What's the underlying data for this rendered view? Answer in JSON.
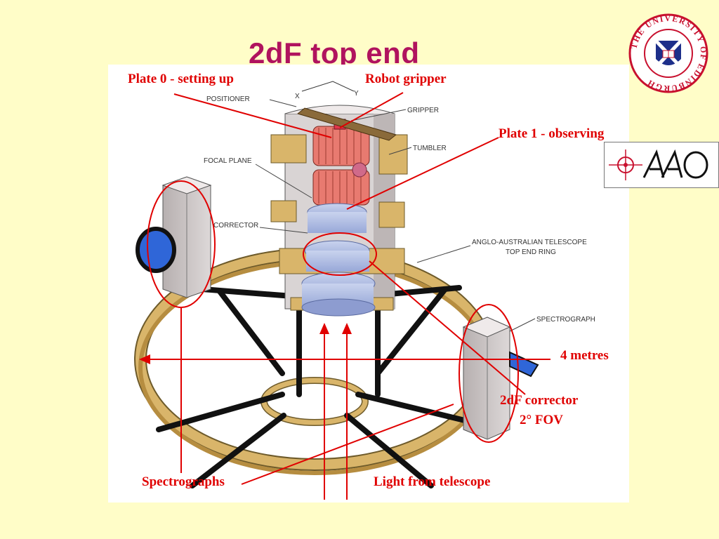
{
  "slide": {
    "title": "2dF top end"
  },
  "annotations": {
    "plate0": "Plate 0 - setting up",
    "robot_gripper": "Robot gripper",
    "plate1": "Plate 1 - observing",
    "four_metres": "4 metres",
    "corrector_line1": "2dF corrector",
    "corrector_line2": "2° FOV",
    "spectrographs": "Spectrographs",
    "light": "Light from telescope"
  },
  "tech_labels": {
    "positioner": "POSITIONER",
    "x_axis": "X",
    "y_axis": "Y",
    "gripper": "GRIPPER",
    "tumbler": "TUMBLER",
    "focal_plane": "FOCAL PLANE",
    "corrector": "CORRECTOR",
    "aat_ring_line1": "ANGLO-AUSTRALIAN TELESCOPE",
    "aat_ring_line2": "TOP END RING",
    "spectrograph": "SPECTROGRAPH"
  },
  "logos": {
    "aao": "AAO",
    "university_seal": "THE UNIVERSITY OF EDINBURGH"
  },
  "colors": {
    "background": "#fffdc8",
    "title": "#b0135e",
    "annotation_red": "#e00000",
    "ring_tan": "#d9b56a",
    "plate_pink": "#e87a70",
    "spectrograph_grey": "#c8c2c2",
    "lens_blue": "#2f66d8",
    "seal_red": "#c8102e",
    "seal_blue": "#1d2f8a"
  }
}
